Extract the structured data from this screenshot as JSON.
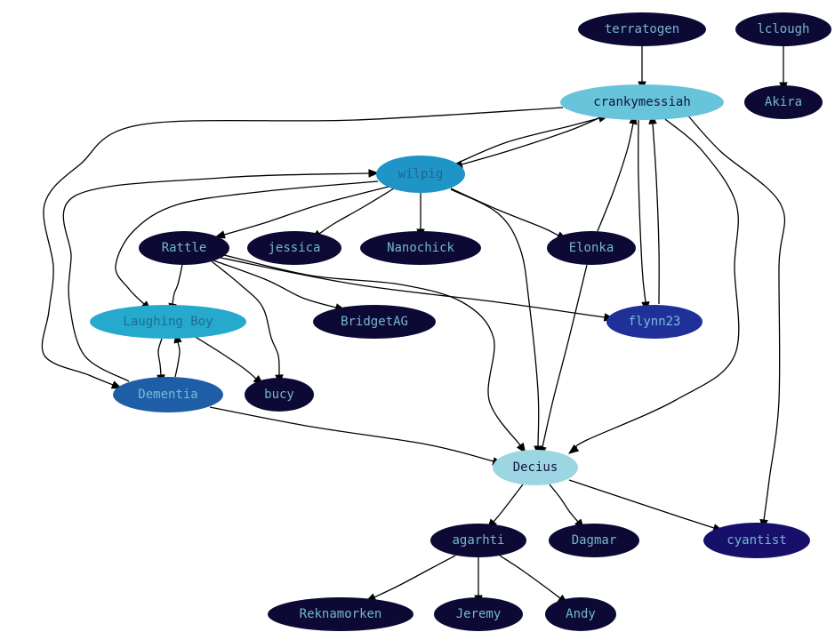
{
  "palette": {
    "dark": "#0c0a34",
    "label_on_dark": "#74b5d0",
    "light": "#68c4da",
    "label_on_light": "#14133a",
    "wilpig": "#1f94c6",
    "wilpig_label": "#20668e",
    "laughing": "#25a9cd",
    "laughing_label": "#1d6d94",
    "dementia": "#1d5ea7",
    "dementia_label": "#6cc0d9",
    "flynn": "#1f3098",
    "flynn_label": "#76bdd8",
    "decius": "#9dd6e3",
    "cyantist": "#16106a",
    "edge": "#000000",
    "background": "#ffffff"
  },
  "nodes": [
    {
      "id": "terratogen",
      "label": "terratogen",
      "fill": "#0c0a34",
      "text": "#74b5d0"
    },
    {
      "id": "lclough",
      "label": "lclough",
      "fill": "#0c0a34",
      "text": "#74b5d0"
    },
    {
      "id": "crankymessiah",
      "label": "crankymessiah",
      "fill": "#68c4da",
      "text": "#14133a"
    },
    {
      "id": "akira",
      "label": "Akira",
      "fill": "#0c0a34",
      "text": "#74b5d0"
    },
    {
      "id": "wilpig",
      "label": "wilpig",
      "fill": "#1f94c6",
      "text": "#20668e"
    },
    {
      "id": "rattle",
      "label": "Rattle",
      "fill": "#0c0a34",
      "text": "#74b5d0"
    },
    {
      "id": "jessica",
      "label": "jessica",
      "fill": "#0c0a34",
      "text": "#74b5d0"
    },
    {
      "id": "nanochick",
      "label": "Nanochick",
      "fill": "#0c0a34",
      "text": "#74b5d0"
    },
    {
      "id": "elonka",
      "label": "Elonka",
      "fill": "#0c0a34",
      "text": "#74b5d0"
    },
    {
      "id": "laughing_boy",
      "label": "Laughing Boy",
      "fill": "#25a9cd",
      "text": "#1d6d94"
    },
    {
      "id": "bridgetag",
      "label": "BridgetAG",
      "fill": "#0c0a34",
      "text": "#74b5d0"
    },
    {
      "id": "flynn23",
      "label": "flynn23",
      "fill": "#1f3098",
      "text": "#76bdd8"
    },
    {
      "id": "dementia",
      "label": "Dementia",
      "fill": "#1d5ea7",
      "text": "#6cc0d9"
    },
    {
      "id": "bucy",
      "label": "bucy",
      "fill": "#0c0a34",
      "text": "#74b5d0"
    },
    {
      "id": "decius",
      "label": "Decius",
      "fill": "#9dd6e3",
      "text": "#14133a"
    },
    {
      "id": "agarhti",
      "label": "agarhti",
      "fill": "#0c0a34",
      "text": "#74b5d0"
    },
    {
      "id": "dagmar",
      "label": "Dagmar",
      "fill": "#0c0a34",
      "text": "#74b5d0"
    },
    {
      "id": "cyantist",
      "label": "cyantist",
      "fill": "#16106a",
      "text": "#74b5d0"
    },
    {
      "id": "reknamorken",
      "label": "Reknamorken",
      "fill": "#0c0a34",
      "text": "#74b5d0"
    },
    {
      "id": "jeremy",
      "label": "Jeremy",
      "fill": "#0c0a34",
      "text": "#74b5d0"
    },
    {
      "id": "andy",
      "label": "Andy",
      "fill": "#0c0a34",
      "text": "#74b5d0"
    }
  ],
  "edges": [
    {
      "from": "terratogen",
      "to": "crankymessiah"
    },
    {
      "from": "lclough",
      "to": "akira"
    },
    {
      "from": "crankymessiah",
      "to": "wilpig"
    },
    {
      "from": "wilpig",
      "to": "crankymessiah"
    },
    {
      "from": "crankymessiah",
      "to": "dementia"
    },
    {
      "from": "crankymessiah",
      "to": "flynn23"
    },
    {
      "from": "flynn23",
      "to": "crankymessiah"
    },
    {
      "from": "elonka",
      "to": "crankymessiah"
    },
    {
      "from": "crankymessiah",
      "to": "decius"
    },
    {
      "from": "crankymessiah",
      "to": "cyantist"
    },
    {
      "from": "dementia",
      "to": "wilpig"
    },
    {
      "from": "wilpig",
      "to": "laughing_boy"
    },
    {
      "from": "wilpig",
      "to": "rattle"
    },
    {
      "from": "wilpig",
      "to": "jessica"
    },
    {
      "from": "wilpig",
      "to": "nanochick"
    },
    {
      "from": "wilpig",
      "to": "elonka"
    },
    {
      "from": "wilpig",
      "to": "decius"
    },
    {
      "from": "rattle",
      "to": "laughing_boy"
    },
    {
      "from": "rattle",
      "to": "bridgetag"
    },
    {
      "from": "rattle",
      "to": "flynn23"
    },
    {
      "from": "rattle",
      "to": "bucy"
    },
    {
      "from": "rattle",
      "to": "decius"
    },
    {
      "from": "elonka",
      "to": "decius"
    },
    {
      "from": "laughing_boy",
      "to": "dementia"
    },
    {
      "from": "dementia",
      "to": "laughing_boy"
    },
    {
      "from": "laughing_boy",
      "to": "bucy"
    },
    {
      "from": "dementia",
      "to": "decius"
    },
    {
      "from": "decius",
      "to": "agarhti"
    },
    {
      "from": "decius",
      "to": "dagmar"
    },
    {
      "from": "decius",
      "to": "cyantist"
    },
    {
      "from": "agarhti",
      "to": "reknamorken"
    },
    {
      "from": "agarhti",
      "to": "jeremy"
    },
    {
      "from": "agarhti",
      "to": "andy"
    }
  ]
}
